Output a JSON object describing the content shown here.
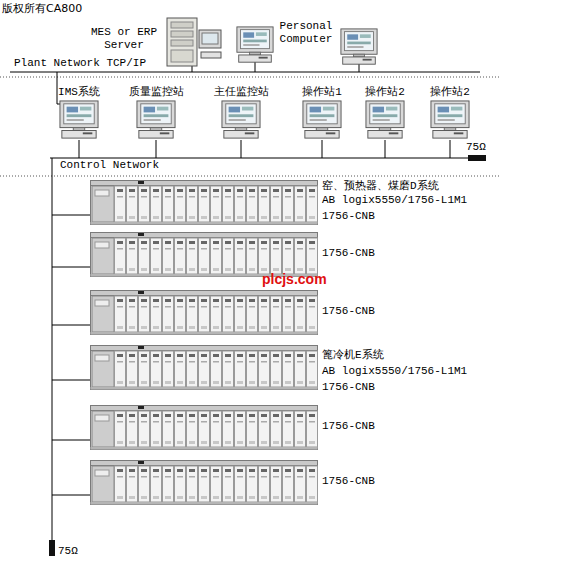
{
  "diagram": {
    "nodes": [
      {
        "text": [
          "MES or ERP Server"
        ]
      },
      {
        "text": [
          "Personal Computer"
        ]
      },
      {
        "text": [
          "IMS系统"
        ]
      },
      {
        "text": [
          "质量监控站"
        ]
      },
      {
        "text": [
          "主任监控站"
        ]
      },
      {
        "text": [
          "操作站1"
        ]
      },
      {
        "text": [
          "操作站2"
        ]
      },
      {
        "text": [
          "操作站2"
        ]
      },
      {
        "text": [
          "窑、预热器、煤磨D系统",
          "AB logix5550/1756-L1M1",
          "1756-CNB"
        ]
      },
      {
        "text": [
          "1756-CNB"
        ]
      },
      {
        "text": [
          "1756-CNB"
        ]
      },
      {
        "text": [
          "篦冷机E系统",
          "AB logix5550/1756-L1M1",
          "1756-CNB"
        ]
      },
      {
        "text": [
          "1756-CNB"
        ]
      },
      {
        "text": [
          "1756-CNB"
        ]
      }
    ],
    "labels": [
      "版权所有CA800",
      "Plant Network TCP/IP",
      "Control Network",
      "75Ω",
      "75Ω",
      "plcjs.com"
    ]
  }
}
